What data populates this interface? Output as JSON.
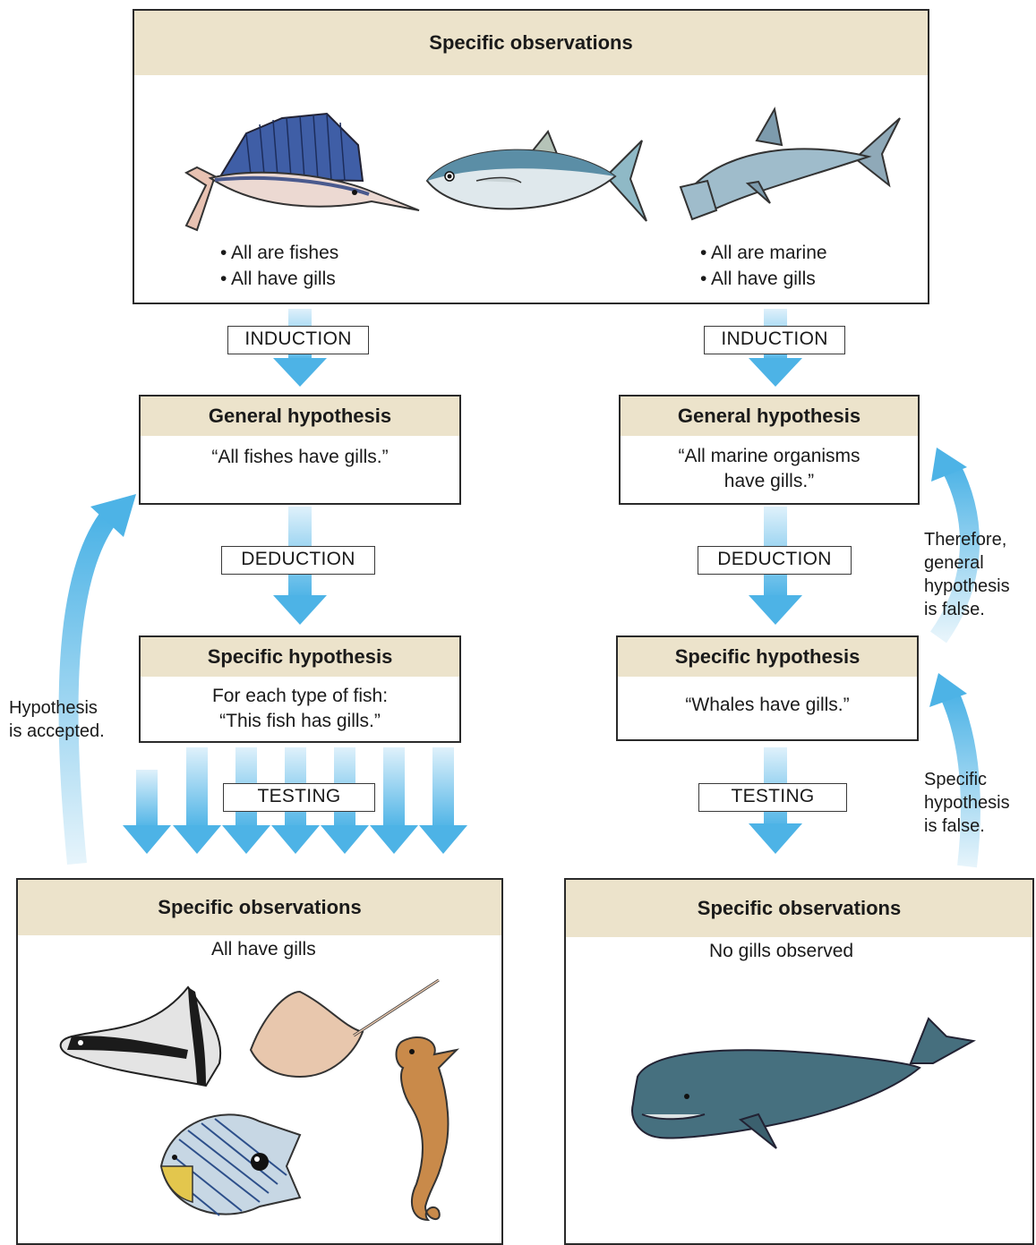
{
  "top_box": {
    "title": "Specific observations",
    "left_bullets": [
      "All are fishes",
      "All have gills"
    ],
    "right_bullets": [
      "All are marine",
      "All have gills"
    ]
  },
  "left": {
    "induction": "INDUCTION",
    "general_title": "General hypothesis",
    "general_text": "“All fishes have gills.”",
    "deduction": "DEDUCTION",
    "specific_title": "Specific hypothesis",
    "specific_text_1": "For each type of fish:",
    "specific_text_2": "“This fish has gills.”",
    "testing": "TESTING",
    "obs_title": "Specific observations",
    "obs_text": "All have gills",
    "side_label_1": "Hypothesis",
    "side_label_2": "is accepted."
  },
  "right": {
    "induction": "INDUCTION",
    "general_title": "General hypothesis",
    "general_text_1": "“All marine organisms",
    "general_text_2": "have gills.”",
    "deduction": "DEDUCTION",
    "specific_title": "Specific hypothesis",
    "specific_text": "“Whales have gills.”",
    "testing": "TESTING",
    "obs_title": "Specific observations",
    "obs_text": "No gills observed",
    "side_label_top": [
      "Therefore,",
      "general",
      "hypothesis",
      "is false."
    ],
    "side_label_bottom": [
      "Specific",
      "hypothesis",
      "is false."
    ]
  },
  "illustrations": {
    "top": [
      "sailfish",
      "tuna",
      "hammerhead shark"
    ],
    "bottom_left": [
      "angelfish",
      "stingray",
      "butterflyfish",
      "seahorse"
    ],
    "bottom_right": [
      "sperm whale"
    ]
  },
  "colors": {
    "header_fill": "#ece3cb",
    "arrow_blue": "#4db3e6",
    "border": "#2a2a2a"
  }
}
